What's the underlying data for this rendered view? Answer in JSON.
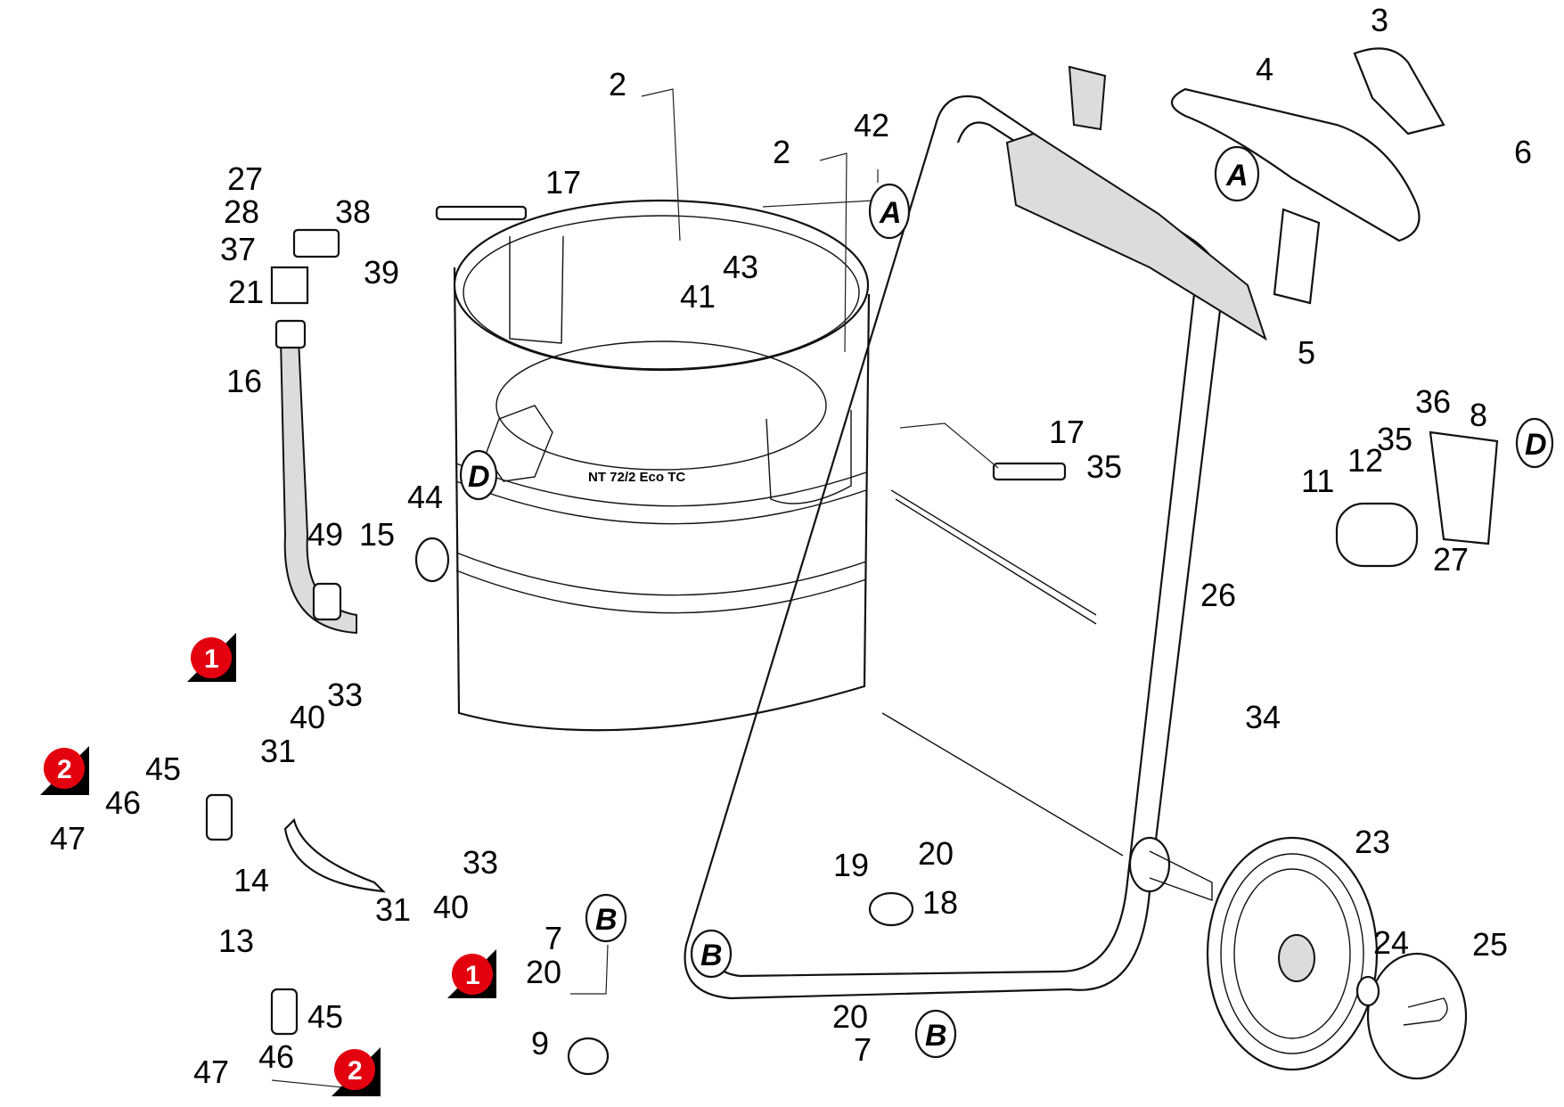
{
  "drum_label": "NT 72/2 Eco TC",
  "part_labels": [
    {
      "id": "p2a",
      "text": "2"
    },
    {
      "id": "p2b",
      "text": "2"
    },
    {
      "id": "p3",
      "text": "3"
    },
    {
      "id": "p4",
      "text": "4"
    },
    {
      "id": "p5",
      "text": "5"
    },
    {
      "id": "p6",
      "text": "6"
    },
    {
      "id": "p7a",
      "text": "7"
    },
    {
      "id": "p7b",
      "text": "7"
    },
    {
      "id": "p8",
      "text": "8"
    },
    {
      "id": "p9",
      "text": "9"
    },
    {
      "id": "p11",
      "text": "11"
    },
    {
      "id": "p12",
      "text": "12"
    },
    {
      "id": "p13",
      "text": "13"
    },
    {
      "id": "p14",
      "text": "14"
    },
    {
      "id": "p15",
      "text": "15"
    },
    {
      "id": "p16",
      "text": "16"
    },
    {
      "id": "p17a",
      "text": "17"
    },
    {
      "id": "p17b",
      "text": "17"
    },
    {
      "id": "p18",
      "text": "18"
    },
    {
      "id": "p19",
      "text": "19"
    },
    {
      "id": "p20a",
      "text": "20"
    },
    {
      "id": "p20b",
      "text": "20"
    },
    {
      "id": "p20c",
      "text": "20"
    },
    {
      "id": "p21",
      "text": "21"
    },
    {
      "id": "p23",
      "text": "23"
    },
    {
      "id": "p24",
      "text": "24"
    },
    {
      "id": "p25",
      "text": "25"
    },
    {
      "id": "p26",
      "text": "26"
    },
    {
      "id": "p27a",
      "text": "27"
    },
    {
      "id": "p27b",
      "text": "27"
    },
    {
      "id": "p28",
      "text": "28"
    },
    {
      "id": "p31a",
      "text": "31"
    },
    {
      "id": "p31b",
      "text": "31"
    },
    {
      "id": "p33a",
      "text": "33"
    },
    {
      "id": "p33b",
      "text": "33"
    },
    {
      "id": "p34",
      "text": "34"
    },
    {
      "id": "p35a",
      "text": "35"
    },
    {
      "id": "p35b",
      "text": "35"
    },
    {
      "id": "p36",
      "text": "36"
    },
    {
      "id": "p37",
      "text": "37"
    },
    {
      "id": "p38",
      "text": "38"
    },
    {
      "id": "p39",
      "text": "39"
    },
    {
      "id": "p40a",
      "text": "40"
    },
    {
      "id": "p40b",
      "text": "40"
    },
    {
      "id": "p41",
      "text": "41"
    },
    {
      "id": "p42",
      "text": "42"
    },
    {
      "id": "p43",
      "text": "43"
    },
    {
      "id": "p44",
      "text": "44"
    },
    {
      "id": "p45a",
      "text": "45"
    },
    {
      "id": "p45b",
      "text": "45"
    },
    {
      "id": "p46a",
      "text": "46"
    },
    {
      "id": "p46b",
      "text": "46"
    },
    {
      "id": "p47a",
      "text": "47"
    },
    {
      "id": "p47b",
      "text": "47"
    },
    {
      "id": "p49",
      "text": "49"
    }
  ],
  "reference_letters": [
    {
      "id": "refA1",
      "text": "A"
    },
    {
      "id": "refA2",
      "text": "A"
    },
    {
      "id": "refB1",
      "text": "B"
    },
    {
      "id": "refB2",
      "text": "B"
    },
    {
      "id": "refB3",
      "text": "B"
    },
    {
      "id": "refD1",
      "text": "D"
    },
    {
      "id": "refD2",
      "text": "D"
    }
  ],
  "variant_markers": [
    {
      "id": "m1a",
      "text": "1",
      "color": "#e3000f"
    },
    {
      "id": "m1b",
      "text": "1",
      "color": "#e3000f"
    },
    {
      "id": "m2a",
      "text": "2",
      "color": "#e3000f"
    },
    {
      "id": "m2b",
      "text": "2",
      "color": "#e3000f"
    }
  ]
}
